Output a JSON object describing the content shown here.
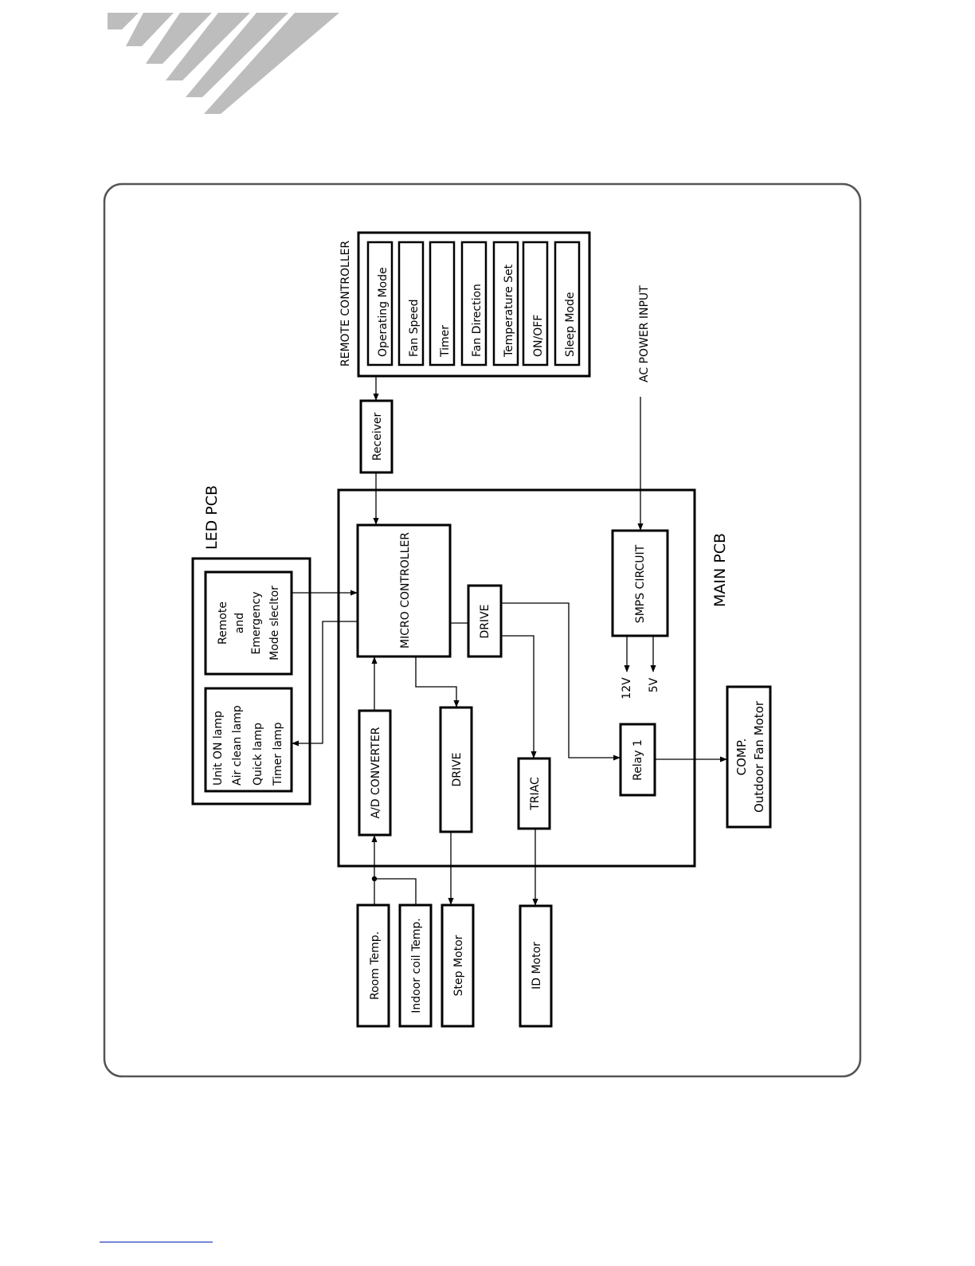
{
  "colors": {
    "stripe": "#bdbdbd",
    "frame": "#555555",
    "underline": "#4a5fc8"
  },
  "labels": {
    "led_pcb": "LED  PCB",
    "main_pcb": "MAIN  PCB",
    "remote_controller": "REMOTE  CONTROLLER",
    "ac_power_input": "AC  POWER  INPUT",
    "receiver": "Receiver",
    "micro_controller": "MICRO  CONTROLLER",
    "drive_small": "DRIVE",
    "drive_large": "DRIVE",
    "ad_converter": "A/D  CONVERTER",
    "triac": "TRIAC",
    "relay1": "Relay  1",
    "smps_circuit": "SMPS  CIRCUIT",
    "v12": "12V",
    "v5": "5V",
    "comp_line1": "COMP.",
    "comp_line2": "Outdoor  Fan  Motor",
    "room_temp": "Room  Temp.",
    "indoor_coil_temp": "Indoor  coil  Temp.",
    "step_motor": "Step  Motor",
    "id_motor": "ID  Motor"
  },
  "remote_buttons": [
    "Operating  Mode",
    "Fan  Speed",
    "Timer",
    "Fan  Direction",
    "Temperature  Set",
    "ON/OFF",
    "Sleep  Mode"
  ],
  "mode_selector": [
    "Remote",
    "and",
    "Emergency",
    "Mode  slecltor"
  ],
  "lamps": [
    "Unit  ON  lamp",
    "Air  clean  lamp",
    "Quick  lamp",
    "Timer  lamp"
  ]
}
